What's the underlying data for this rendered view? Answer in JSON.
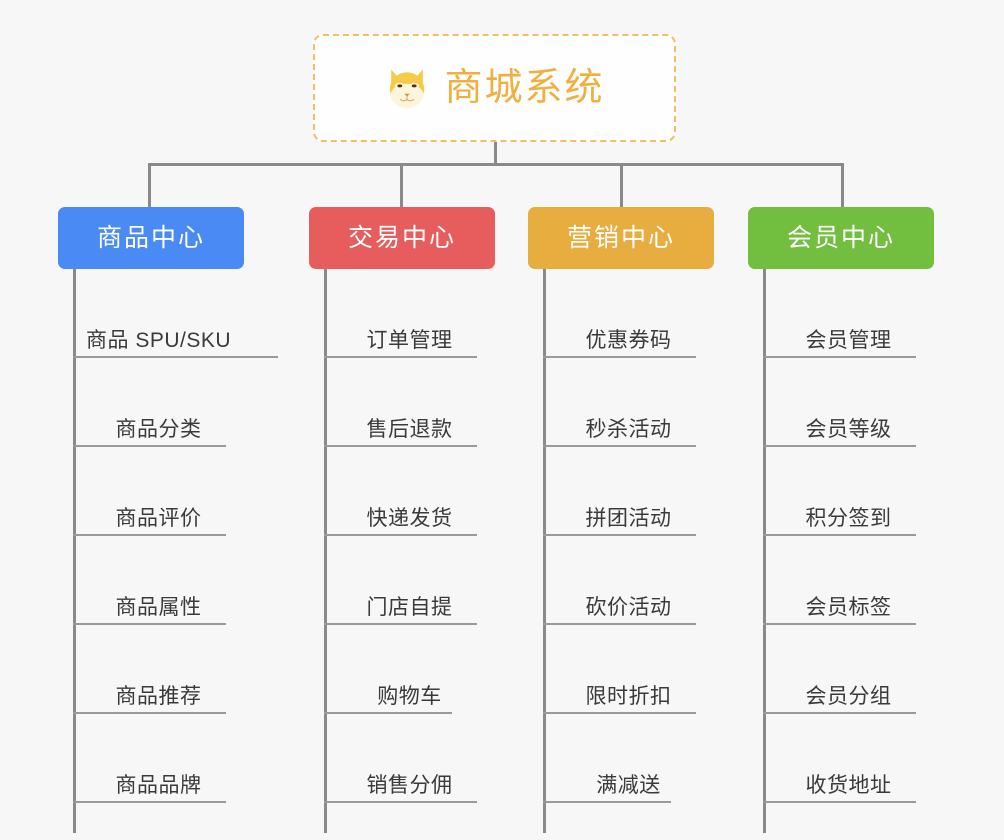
{
  "diagram": {
    "title": "商城系统",
    "root": {
      "label": "商城系统",
      "icon": "shiba-dog-icon",
      "text_color": "#f0b040",
      "border_color": "#f0c068",
      "background": "#fefefe"
    },
    "connector_color": "#8a8a8a",
    "background": "#f7f7f7",
    "leaf_text_color": "#3a3a3a",
    "leaf_rule_color": "#9a9a9a",
    "categories": [
      {
        "label": "商品中心",
        "color": "#4a8af4",
        "items": [
          "商品 SPU/SKU",
          "商品分类",
          "商品评价",
          "商品属性",
          "商品推荐",
          "商品品牌"
        ]
      },
      {
        "label": "交易中心",
        "color": "#e75c5c",
        "items": [
          "订单管理",
          "售后退款",
          "快递发货",
          "门店自提",
          "购物车",
          "销售分佣"
        ]
      },
      {
        "label": "营销中心",
        "color": "#e8ad3f",
        "items": [
          "优惠券码",
          "秒杀活动",
          "拼团活动",
          "砍价活动",
          "限时折扣",
          "满减送"
        ]
      },
      {
        "label": "会员中心",
        "color": "#72be3f",
        "items": [
          "会员管理",
          "会员等级",
          "积分签到",
          "会员标签",
          "会员分组",
          "收货地址"
        ]
      }
    ]
  }
}
